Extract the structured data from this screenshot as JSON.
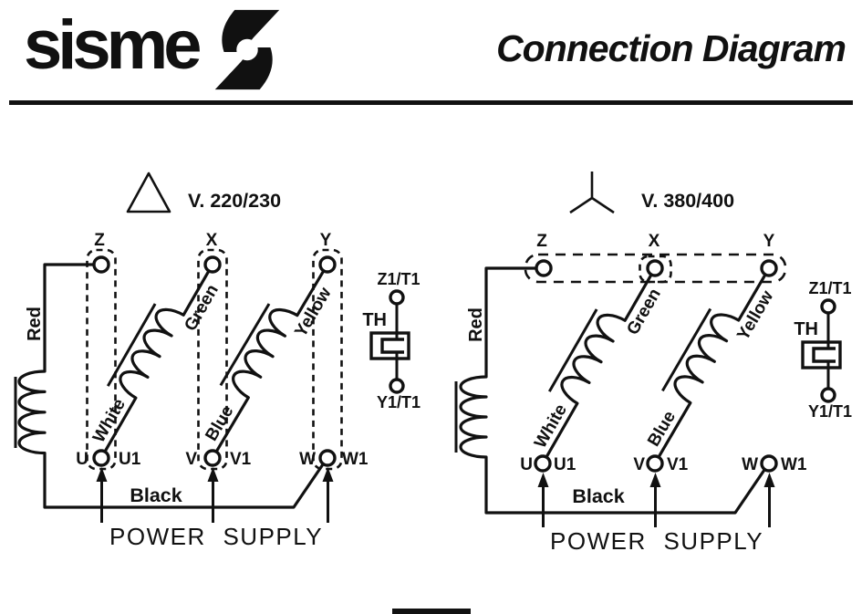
{
  "page": {
    "background": "#ffffff",
    "ink": "#111111"
  },
  "header": {
    "brand": "sisme",
    "logo_icon": "sisme-swoosh-icon",
    "title": "Connection Diagram"
  },
  "diagrams": [
    {
      "name": "delta-connection",
      "symbol_icon": "delta-triangle-icon",
      "voltage": "V. 220/230",
      "terminals": {
        "z": "Z",
        "x": "X",
        "y": "Y",
        "u": "U",
        "u1": "U1",
        "v": "V",
        "v1": "V1",
        "w": "W",
        "w1": "W1"
      },
      "wires": {
        "red": "Red",
        "white": "White",
        "green": "Green",
        "blue": "Blue",
        "yellow": "Yellow",
        "black": "Black"
      },
      "thermal": {
        "top": "Z1/T1",
        "device": "TH",
        "bottom": "Y1/T1"
      },
      "caption": "POWER SUPPLY"
    },
    {
      "name": "star-connection",
      "symbol_icon": "star-y-icon",
      "voltage": "V. 380/400",
      "terminals": {
        "z": "Z",
        "x": "X",
        "y": "Y",
        "u": "U",
        "u1": "U1",
        "v": "V",
        "v1": "V1",
        "w": "W",
        "w1": "W1"
      },
      "wires": {
        "red": "Red",
        "white": "White",
        "green": "Green",
        "blue": "Blue",
        "yellow": "Yellow",
        "black": "Black"
      },
      "thermal": {
        "top": "Z1/T1",
        "device": "TH",
        "bottom": "Y1/T1"
      },
      "caption": "POWER SUPPLY"
    }
  ]
}
